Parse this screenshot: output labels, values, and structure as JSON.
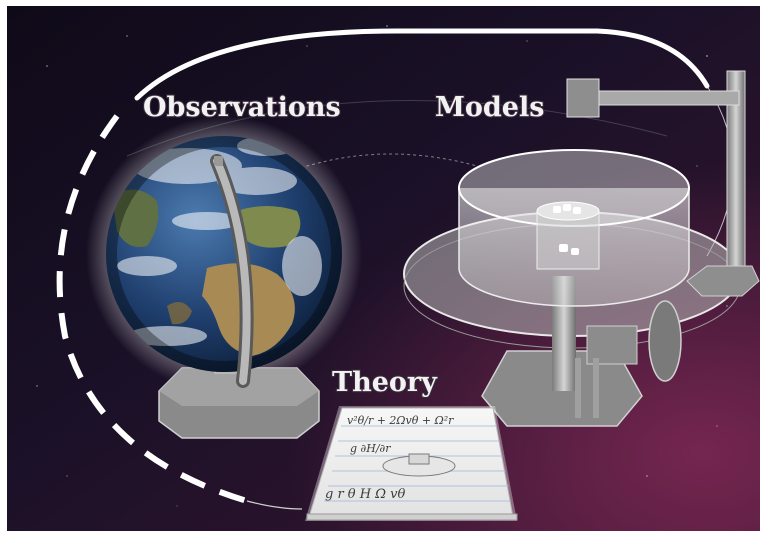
{
  "labels": {
    "observations": "Observations",
    "models": "Models",
    "theory": "Theory"
  },
  "notepad": {
    "eq1": "v²θ/r + 2Ωvθ + Ω²r",
    "eq2": "g ∂H/∂r",
    "symbols": "g  r  θ  H  Ω  vθ"
  },
  "colors": {
    "background_dark": "#120c1c",
    "background_magenta": "#6a2147",
    "label_fill": "#f2f2f2",
    "cycle_arrow": "#ffffff"
  },
  "icons": [
    "earth-globe-icon",
    "rotating-tank-apparatus-icon",
    "notepad-icon"
  ]
}
